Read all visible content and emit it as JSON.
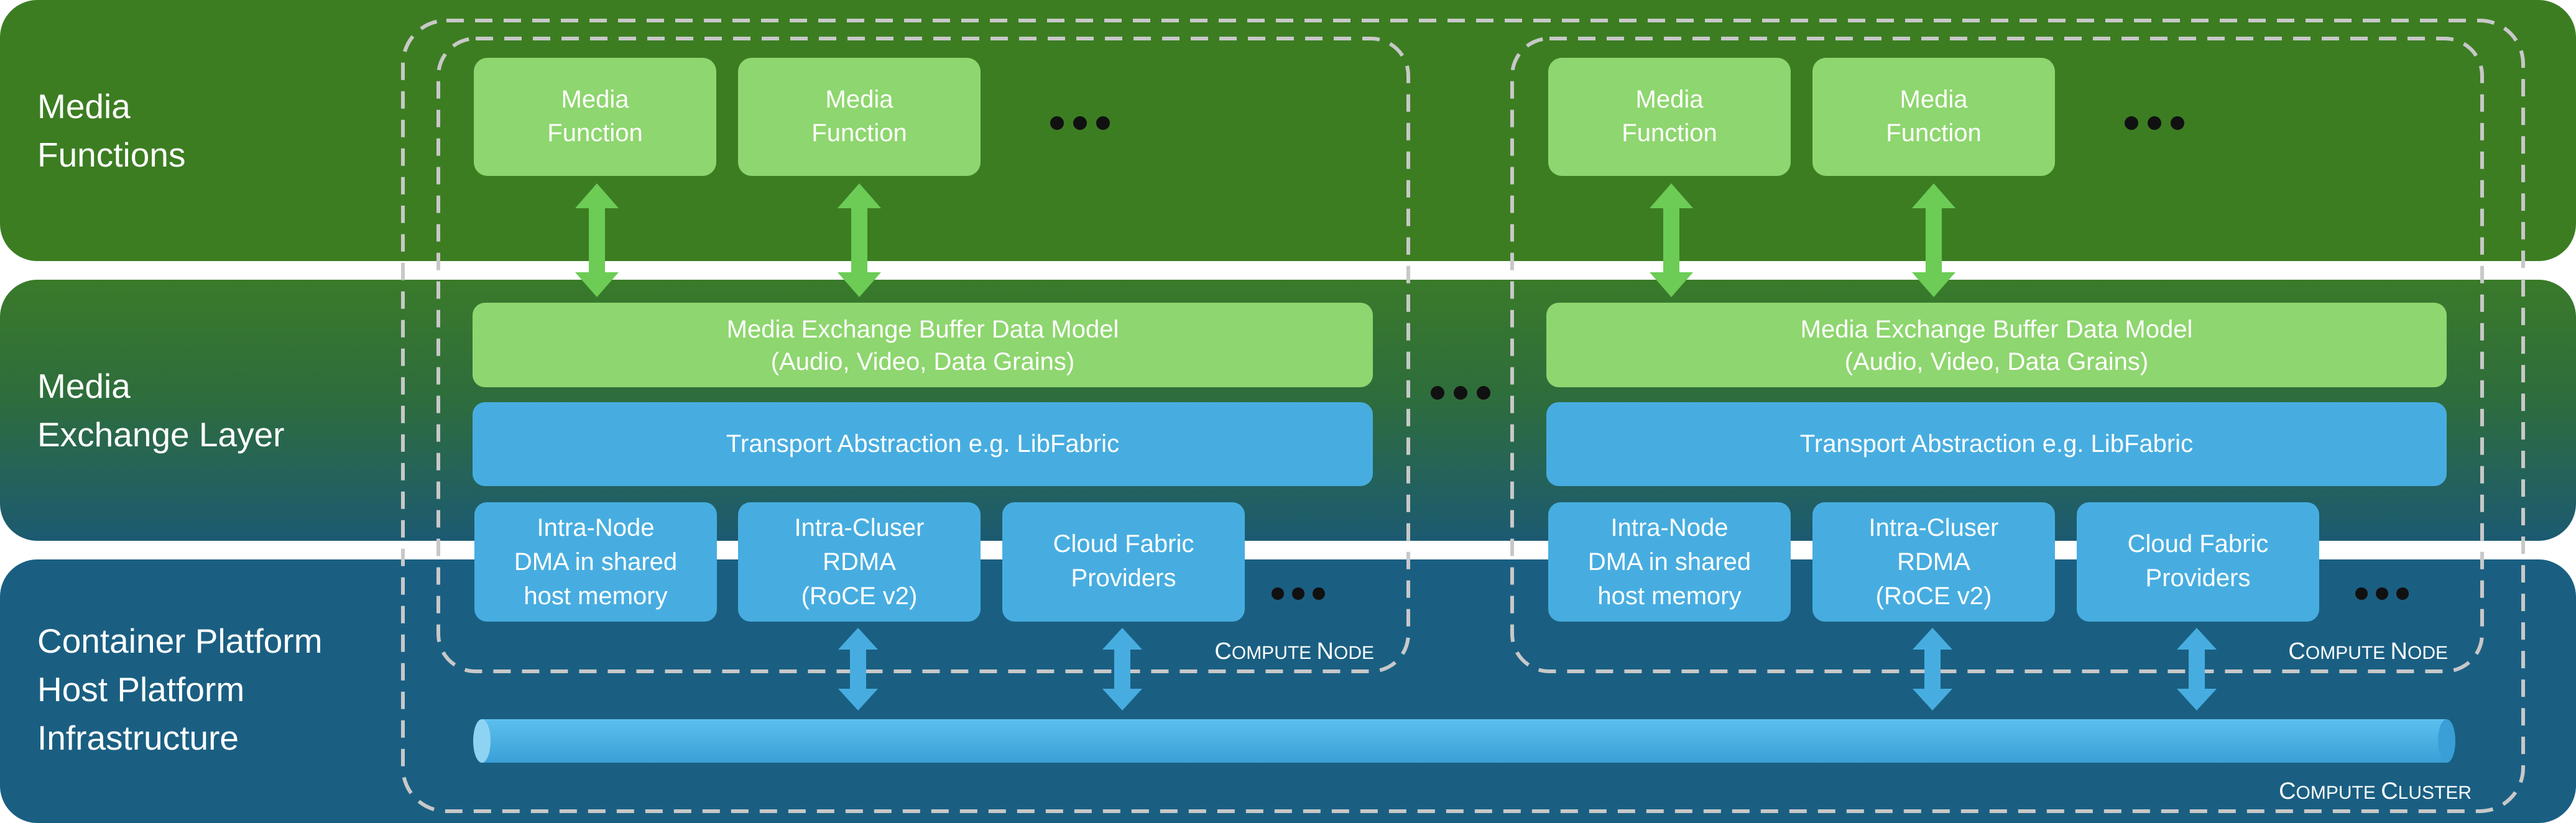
{
  "layers": {
    "media_functions": {
      "line1": "Media",
      "line2": "Functions",
      "color": "#3c7d22"
    },
    "exchange": {
      "line1": "Media",
      "line2": "Exchange Layer",
      "color_top": "#3a7a2a",
      "color_bottom": "#1c5a72"
    },
    "platform": {
      "line1": "Container Platform",
      "line2": "Host Platform",
      "line3": "Infrastructure",
      "color": "#1a5f82"
    }
  },
  "media_function": {
    "line1": "Media",
    "line2": "Function",
    "color": "#8ed66f"
  },
  "buffer_model": {
    "line1": "Media Exchange Buffer Data Model",
    "line2": "(Audio, Video, Data Grains)"
  },
  "transport": {
    "label": "Transport Abstraction e.g. LibFabric",
    "color": "#47ade0"
  },
  "providers": {
    "intra_node": {
      "line1": "Intra-Node",
      "line2": "DMA in shared",
      "line3": "host memory"
    },
    "intra_cluster": {
      "line1": "Intra-Cluser",
      "line2": "RDMA",
      "line3": "(RoCE v2)"
    },
    "cloud": {
      "line1": "Cloud Fabric",
      "line2": "Providers"
    }
  },
  "compute_node": {
    "big1": "C",
    "small1": "OMPUTE ",
    "big2": "N",
    "small2": "ODE"
  },
  "compute_cluster": {
    "big1": "C",
    "small1": "OMPUTE ",
    "big2": "C",
    "small2": "LUSTER"
  },
  "colors": {
    "arrow": "#6ccc55",
    "blue_arrow": "#47ade0",
    "dashed": "#c8c8c8",
    "dots": "#111111"
  }
}
